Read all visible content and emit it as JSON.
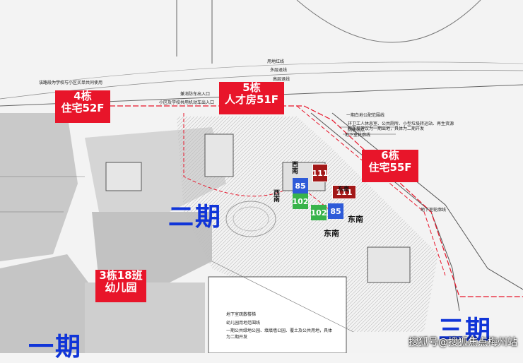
{
  "buildings": {
    "b4_name": "4栋",
    "b4_type": "住宅52F",
    "b5_name": "5栋",
    "b5_type": "人才房51F",
    "b6_name": "6栋",
    "b6_type": "住宅55F",
    "b3_name": "3栋18班",
    "b3_type": "幼儿园"
  },
  "phases": {
    "phase2": "二期",
    "phase3": "三期",
    "phase1_partial": "一期"
  },
  "unit_tags": {
    "t85a": "85",
    "t102a": "102",
    "t111a": "111",
    "t111b": "111",
    "t102b": "102",
    "t85b": "85"
  },
  "directions": {
    "west1": "西南",
    "west2": "西南",
    "se": "东南",
    "dn": "东南",
    "dnan": "东南"
  },
  "small_labels": {
    "ann_top_left": "该路段为学校与小区买单共同使用",
    "land_red_line": "用地红线",
    "multi_red": "多层退线",
    "high_red": "高层退线",
    "fire_entry": "兼消防车出入口",
    "kids_entry": "小区及学校共用机动车出入口",
    "phase1_line": "一期白地公配范围线",
    "phase1_note": "环卫工人休息室、公共厕所、小型垃圾转运站、再生资源回收站点",
    "phase1_note2": "和布局建议为一期出地，具体为二期开发",
    "basement_line": "地下室轮廓线",
    "basement_line2": "地下室轮廓线",
    "basement_exit": "地下室疏散楼梯",
    "kinder_line": "幼儿园用地范围线",
    "kinder_note": "一期公共绿地公园、填填墙公园、覆土及公共用地，具体为二期开发"
  },
  "watermark": "搜狐号@搜狐焦点梅州站",
  "colors": {
    "label_red": "#e8152a",
    "phase_blue": "#1035d8",
    "tag_blue": "#2e5bd8",
    "tag_green": "#38b34a",
    "tag_darkred": "#a31818"
  }
}
